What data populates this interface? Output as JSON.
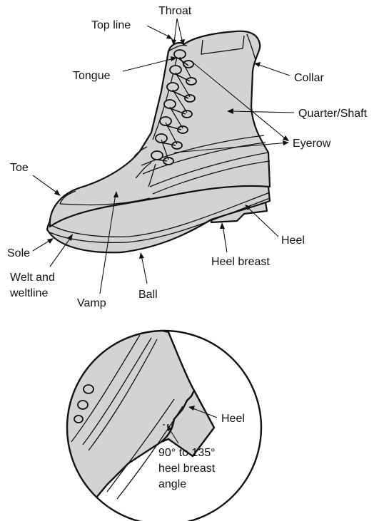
{
  "labels": {
    "throat": "Throat",
    "top_line": "Top line",
    "tongue": "Tongue",
    "collar": "Collar",
    "quarter_shaft": "Quarter/Shaft",
    "eyerow": "Eyerow",
    "toe": "Toe",
    "heel": "Heel",
    "heel_breast": "Heel breast",
    "sole": "Sole",
    "welt_line1": "Welt and",
    "welt_line2": "weltline",
    "vamp": "Vamp",
    "ball": "Ball"
  },
  "inset": {
    "heel": "Heel",
    "angle_line1": "90° to 135°",
    "angle_line2": "heel breast",
    "angle_line3": "angle"
  }
}
